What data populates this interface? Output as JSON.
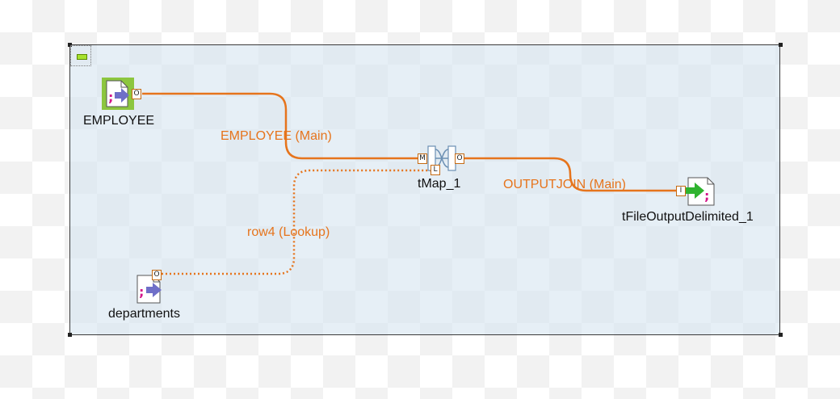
{
  "components": {
    "employee": {
      "label": "EMPLOYEE"
    },
    "departments": {
      "label": "departments"
    },
    "tmap": {
      "label": "tMap_1"
    },
    "output": {
      "label": "tFileOutputDelimited_1"
    }
  },
  "links": {
    "employee_main": "EMPLOYEE (Main)",
    "row4_lookup": "row4 (Lookup)",
    "outputjoin_main": "OUTPUTJOIN (Main)"
  },
  "ports": {
    "output": "O",
    "main": "M",
    "lookup": "L",
    "input": "I"
  },
  "colors": {
    "link": "#e6741c",
    "subjob_bg": "#d7e5f0",
    "input_icon_bg": "#8cc63f",
    "arrow_blue": "#6f6fc8",
    "arrow_green": "#2fb32f"
  },
  "icons": {
    "input_file": "file-input-icon",
    "output_file": "file-output-icon",
    "tmap": "tmap-icon",
    "collapse": "collapse-icon"
  }
}
